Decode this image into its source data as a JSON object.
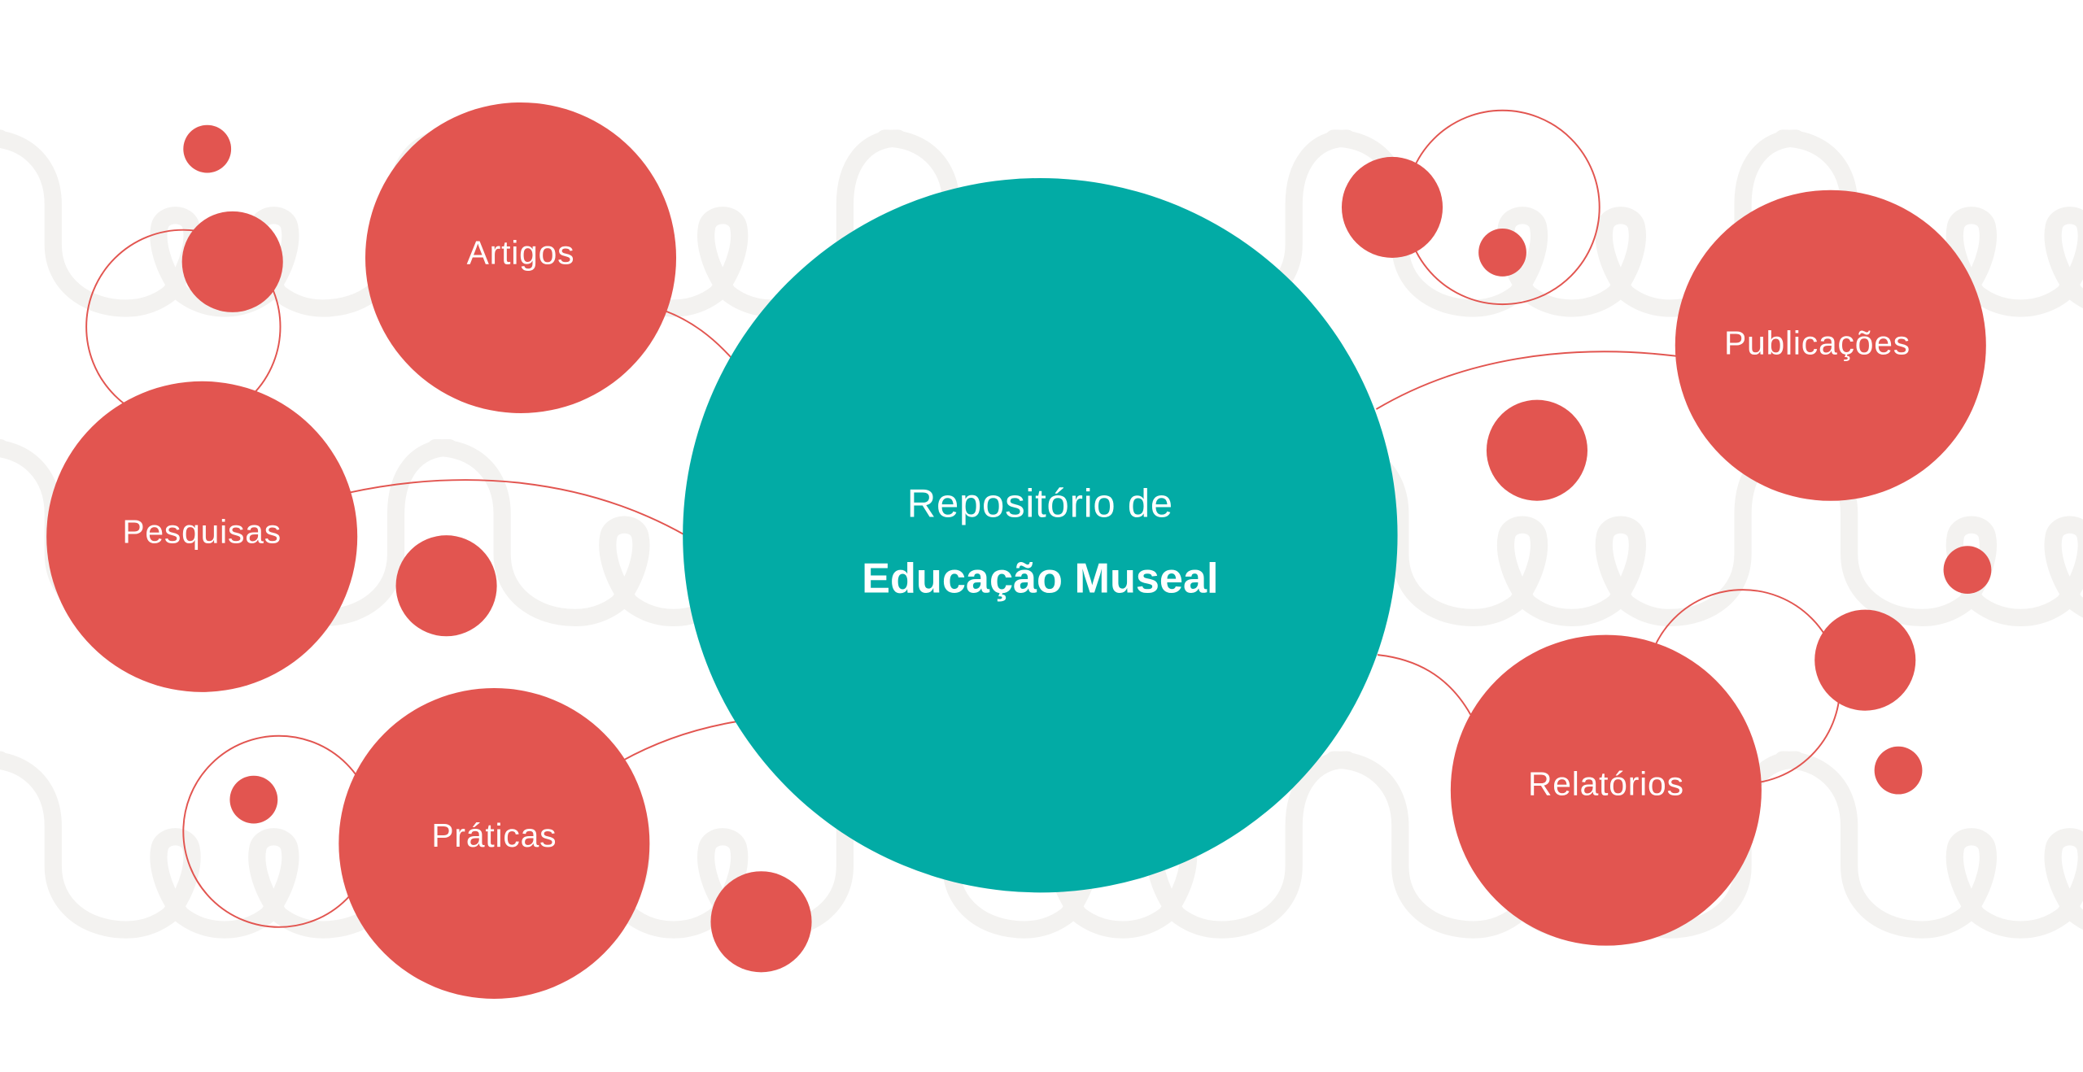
{
  "hub": {
    "line1": "Repositório de",
    "line2": "Educação Museal"
  },
  "categories": [
    {
      "id": "artigos",
      "label": "Artigos"
    },
    {
      "id": "pesquisas",
      "label": "Pesquisas"
    },
    {
      "id": "praticas",
      "label": "Práticas"
    },
    {
      "id": "publicacoes",
      "label": "Publicações"
    },
    {
      "id": "relatorios",
      "label": "Relatórios"
    }
  ],
  "colors": {
    "accent": "#e25550",
    "hub": "#02aba5",
    "pattern": "#f3f2f0",
    "background": "#ffffff"
  }
}
